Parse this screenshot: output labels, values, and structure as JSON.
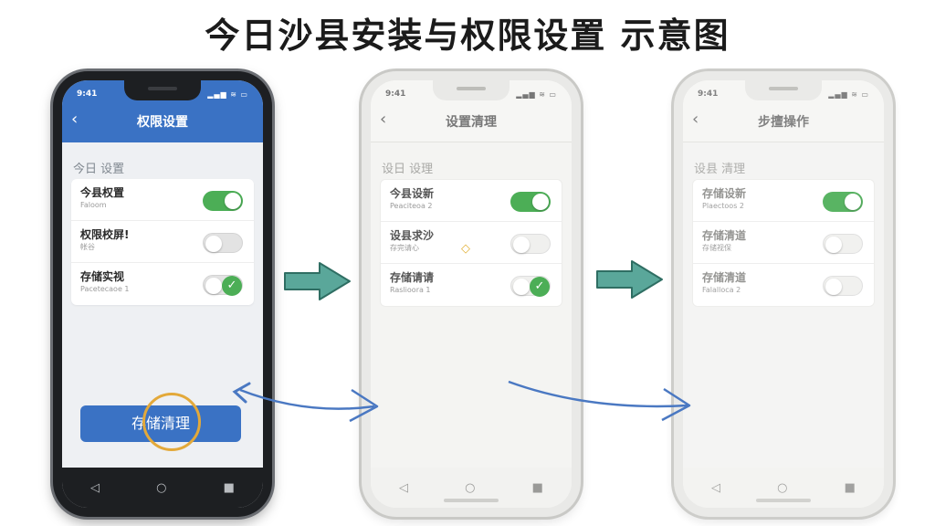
{
  "title": "今日沙县安装与权限设置 示意图",
  "colors": {
    "accent": "#3a72c4",
    "toggle_on": "#4cae56",
    "highlight": "#e3a93a",
    "arrow": "#5aa79a"
  },
  "phones": [
    {
      "status_time": "9:41",
      "nav_title": "权限设置",
      "section_label": "今日 设置",
      "rows": [
        {
          "label": "今县权置",
          "sub": "Faloom",
          "toggle": "on"
        },
        {
          "label": "权限校屏!",
          "sub": "帐谷",
          "toggle": "off"
        },
        {
          "label": "存储实视",
          "sub": "Pacetecaoe 1",
          "toggle": "checked"
        }
      ],
      "action_button": "存储清理",
      "nav_icons": [
        "back-triangle-icon",
        "home-circle-icon",
        "recents-square-icon"
      ]
    },
    {
      "status_time": "9:41",
      "nav_title": "设置清理",
      "section_label": "设日 设理",
      "rows": [
        {
          "label": "今县设新",
          "sub": "Peaciteoa 2",
          "toggle": "on"
        },
        {
          "label": "设县求沙",
          "sub": "存完请心",
          "toggle": "off"
        },
        {
          "label": "存储请请",
          "sub": "Raslioora 1",
          "toggle": "checked"
        }
      ]
    },
    {
      "status_time": "9:41",
      "nav_title": "步擅操作",
      "section_label": "设县 清理",
      "rows": [
        {
          "label": "存储设新",
          "sub": "Plaectoos 2",
          "toggle": "on"
        },
        {
          "label": "存储清道",
          "sub": "存储视保",
          "toggle": "off"
        },
        {
          "label": "存储清道",
          "sub": "Falalloca 2",
          "toggle": "off"
        }
      ]
    }
  ],
  "icons": {
    "back": "‹",
    "status": "▂▄▆ ≋ ▭",
    "nav_back": "◁",
    "nav_home": "○",
    "nav_recent": "■",
    "check": "✓",
    "diamond": "◇"
  }
}
